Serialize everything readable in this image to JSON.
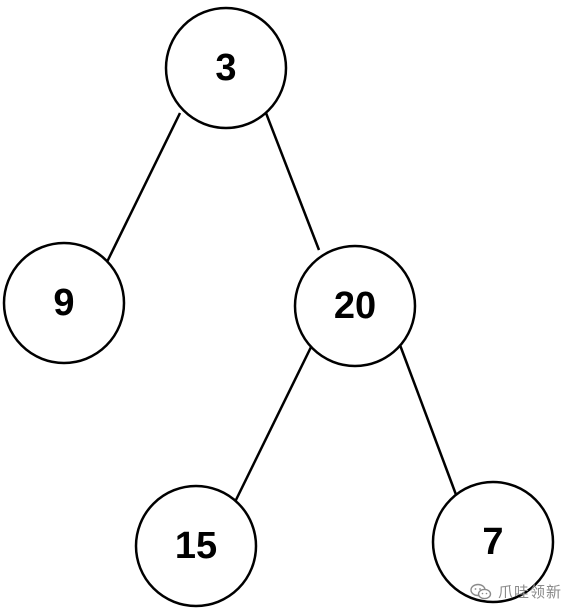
{
  "tree": {
    "root": {
      "value": "3",
      "left": {
        "value": "9"
      },
      "right": {
        "value": "20",
        "left": {
          "value": "15"
        },
        "right": {
          "value": "7"
        }
      }
    }
  },
  "nodes": [
    {
      "id": "n3",
      "label": "3"
    },
    {
      "id": "n9",
      "label": "9"
    },
    {
      "id": "n20",
      "label": "20"
    },
    {
      "id": "n15",
      "label": "15"
    },
    {
      "id": "n7",
      "label": "7"
    }
  ],
  "edges": [
    {
      "from": "n3",
      "to": "n9"
    },
    {
      "from": "n3",
      "to": "n20"
    },
    {
      "from": "n20",
      "to": "n15"
    },
    {
      "from": "n20",
      "to": "n7"
    }
  ],
  "watermark": {
    "text": "爪哇领新",
    "icon": "wechat-bubbles-icon"
  }
}
